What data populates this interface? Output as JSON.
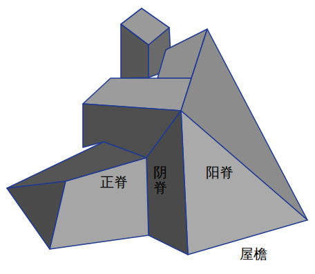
{
  "diagram": {
    "labels": [
      "正脊",
      "阴脊",
      "阳脊",
      "屋檐"
    ]
  }
}
